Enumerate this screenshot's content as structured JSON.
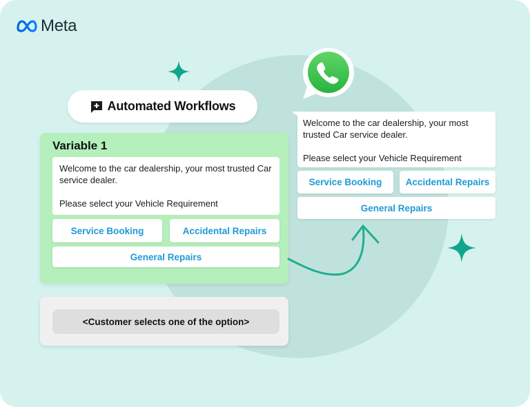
{
  "brand": {
    "name": "Meta",
    "logo_icon": "meta-infinity-icon",
    "color": "#0866ff"
  },
  "colors": {
    "background": "#d6f2ee",
    "circle": "#c0e2dc",
    "accent_teal": "#0fa58a",
    "panel_green": "#b5efbb",
    "option_text": "#1e9ad6",
    "whatsapp_green": "#2fbf4e"
  },
  "pill": {
    "icon": "message-plus-icon",
    "label": "Automated Workflows"
  },
  "template_panel": {
    "title": "Variable 1",
    "message_line1": "Welcome to the car dealership, your most trusted Car service dealer.",
    "message_line2": "Please select your Vehicle Requirement",
    "options": [
      "Service Booking",
      "Accidental Repairs",
      "General Repairs"
    ]
  },
  "customer_action": {
    "label": "<Customer selects one of the option>"
  },
  "whatsapp_preview": {
    "icon": "whatsapp-icon",
    "message_line1": "Welcome to the car dealership, your most trusted Car service dealer.",
    "message_line2": "Please select your Vehicle Requirement",
    "options": [
      "Service Booking",
      "Accidental Repairs",
      "General Repairs"
    ]
  },
  "decorations": {
    "sparkle_icon": "sparkle-icon",
    "arrow_icon": "curved-arrow-icon"
  }
}
